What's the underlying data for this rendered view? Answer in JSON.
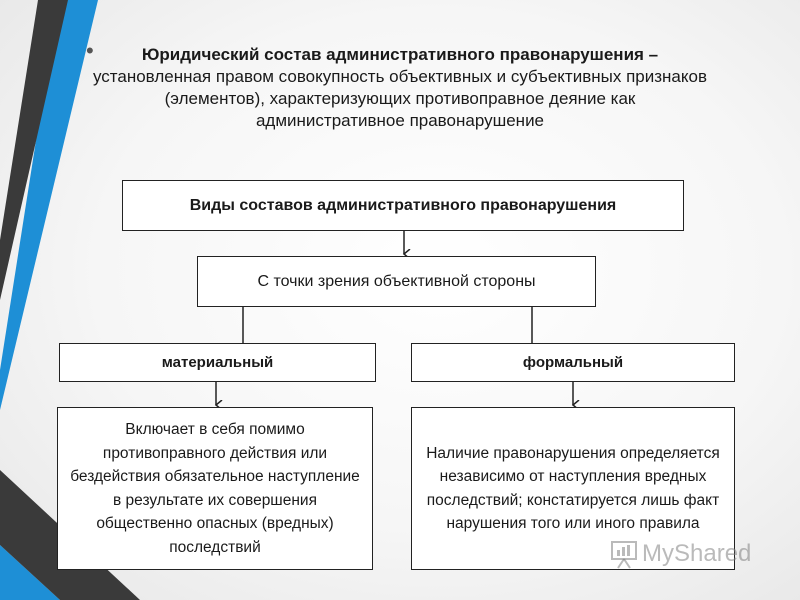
{
  "heading": {
    "title": "Юридический состав административного правонарушения –",
    "line1": "установленная правом совокупность объективных и субъективных признаков",
    "line2": "(элементов), характеризующих противоправное деяние как",
    "line3": "административное правонарушение"
  },
  "diagram": {
    "main": "Виды составов административного правонарушения",
    "objective": "С точки зрения объективной стороны",
    "material": "материальный",
    "formal": "формальный",
    "material_desc": "Включает в себя помимо противоправного действия или бездействия обязательное наступление в результате их совершения общественно опасных (вредных) последствий",
    "formal_desc": "Наличие правонарушения определяется независимо от наступления вредных последствий; констатируется лишь факт нарушения того или иного правила"
  },
  "watermark": {
    "text": "MyShared"
  },
  "colors": {
    "stripe_dark": "#3a3a3a",
    "stripe_blue": "#1e8fd6",
    "border": "#222222"
  }
}
